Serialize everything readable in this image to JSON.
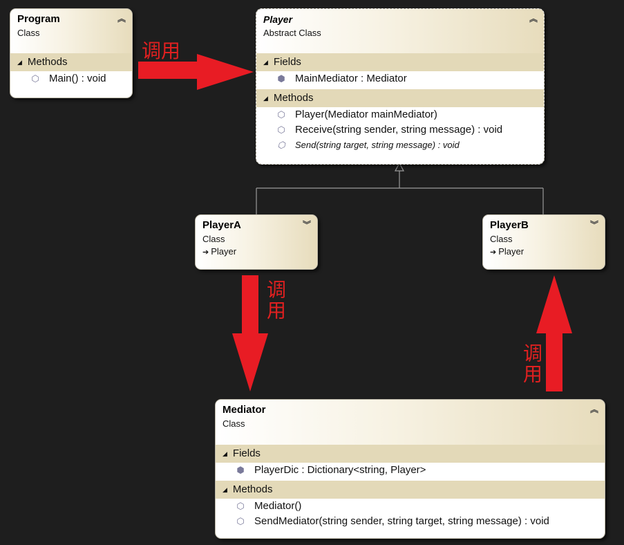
{
  "classes": {
    "program": {
      "name": "Program",
      "stereotype": "Class",
      "sections": [
        {
          "label": "Methods",
          "members": [
            {
              "text": "Main() : void",
              "icon": "private-method-icon"
            }
          ]
        }
      ]
    },
    "player": {
      "name": "Player",
      "stereotype": "Abstract Class",
      "sections": [
        {
          "label": "Fields",
          "members": [
            {
              "text": "MainMediator : Mediator",
              "icon": "field-icon"
            }
          ]
        },
        {
          "label": "Methods",
          "members": [
            {
              "text": "Player(Mediator mainMediator)",
              "icon": "method-icon"
            },
            {
              "text": "Receive(string sender, string message) : void",
              "icon": "method-icon"
            },
            {
              "text": "Send(string target, string message) : void",
              "icon": "method-icon"
            }
          ]
        }
      ]
    },
    "playerA": {
      "name": "PlayerA",
      "stereotype": "Class",
      "base": "Player"
    },
    "playerB": {
      "name": "PlayerB",
      "stereotype": "Class",
      "base": "Player"
    },
    "mediator": {
      "name": "Mediator",
      "stereotype": "Class",
      "sections": [
        {
          "label": "Fields",
          "members": [
            {
              "text": "PlayerDic : Dictionary<string, Player>",
              "icon": "field-icon"
            }
          ]
        },
        {
          "label": "Methods",
          "members": [
            {
              "text": "Mediator()",
              "icon": "method-icon"
            },
            {
              "text": "SendMediator(string sender, string target, string message) : void",
              "icon": "method-icon"
            }
          ]
        }
      ]
    }
  },
  "annotations": {
    "program_to_player": "调用",
    "playerA_to_mediator": "调用",
    "mediator_to_playerB": "调用"
  },
  "colors": {
    "background": "#1e1e1e",
    "arrow": "#e81c24",
    "section_band": "#e3d9b8",
    "header_gradient_end": "#e7dcbc"
  }
}
